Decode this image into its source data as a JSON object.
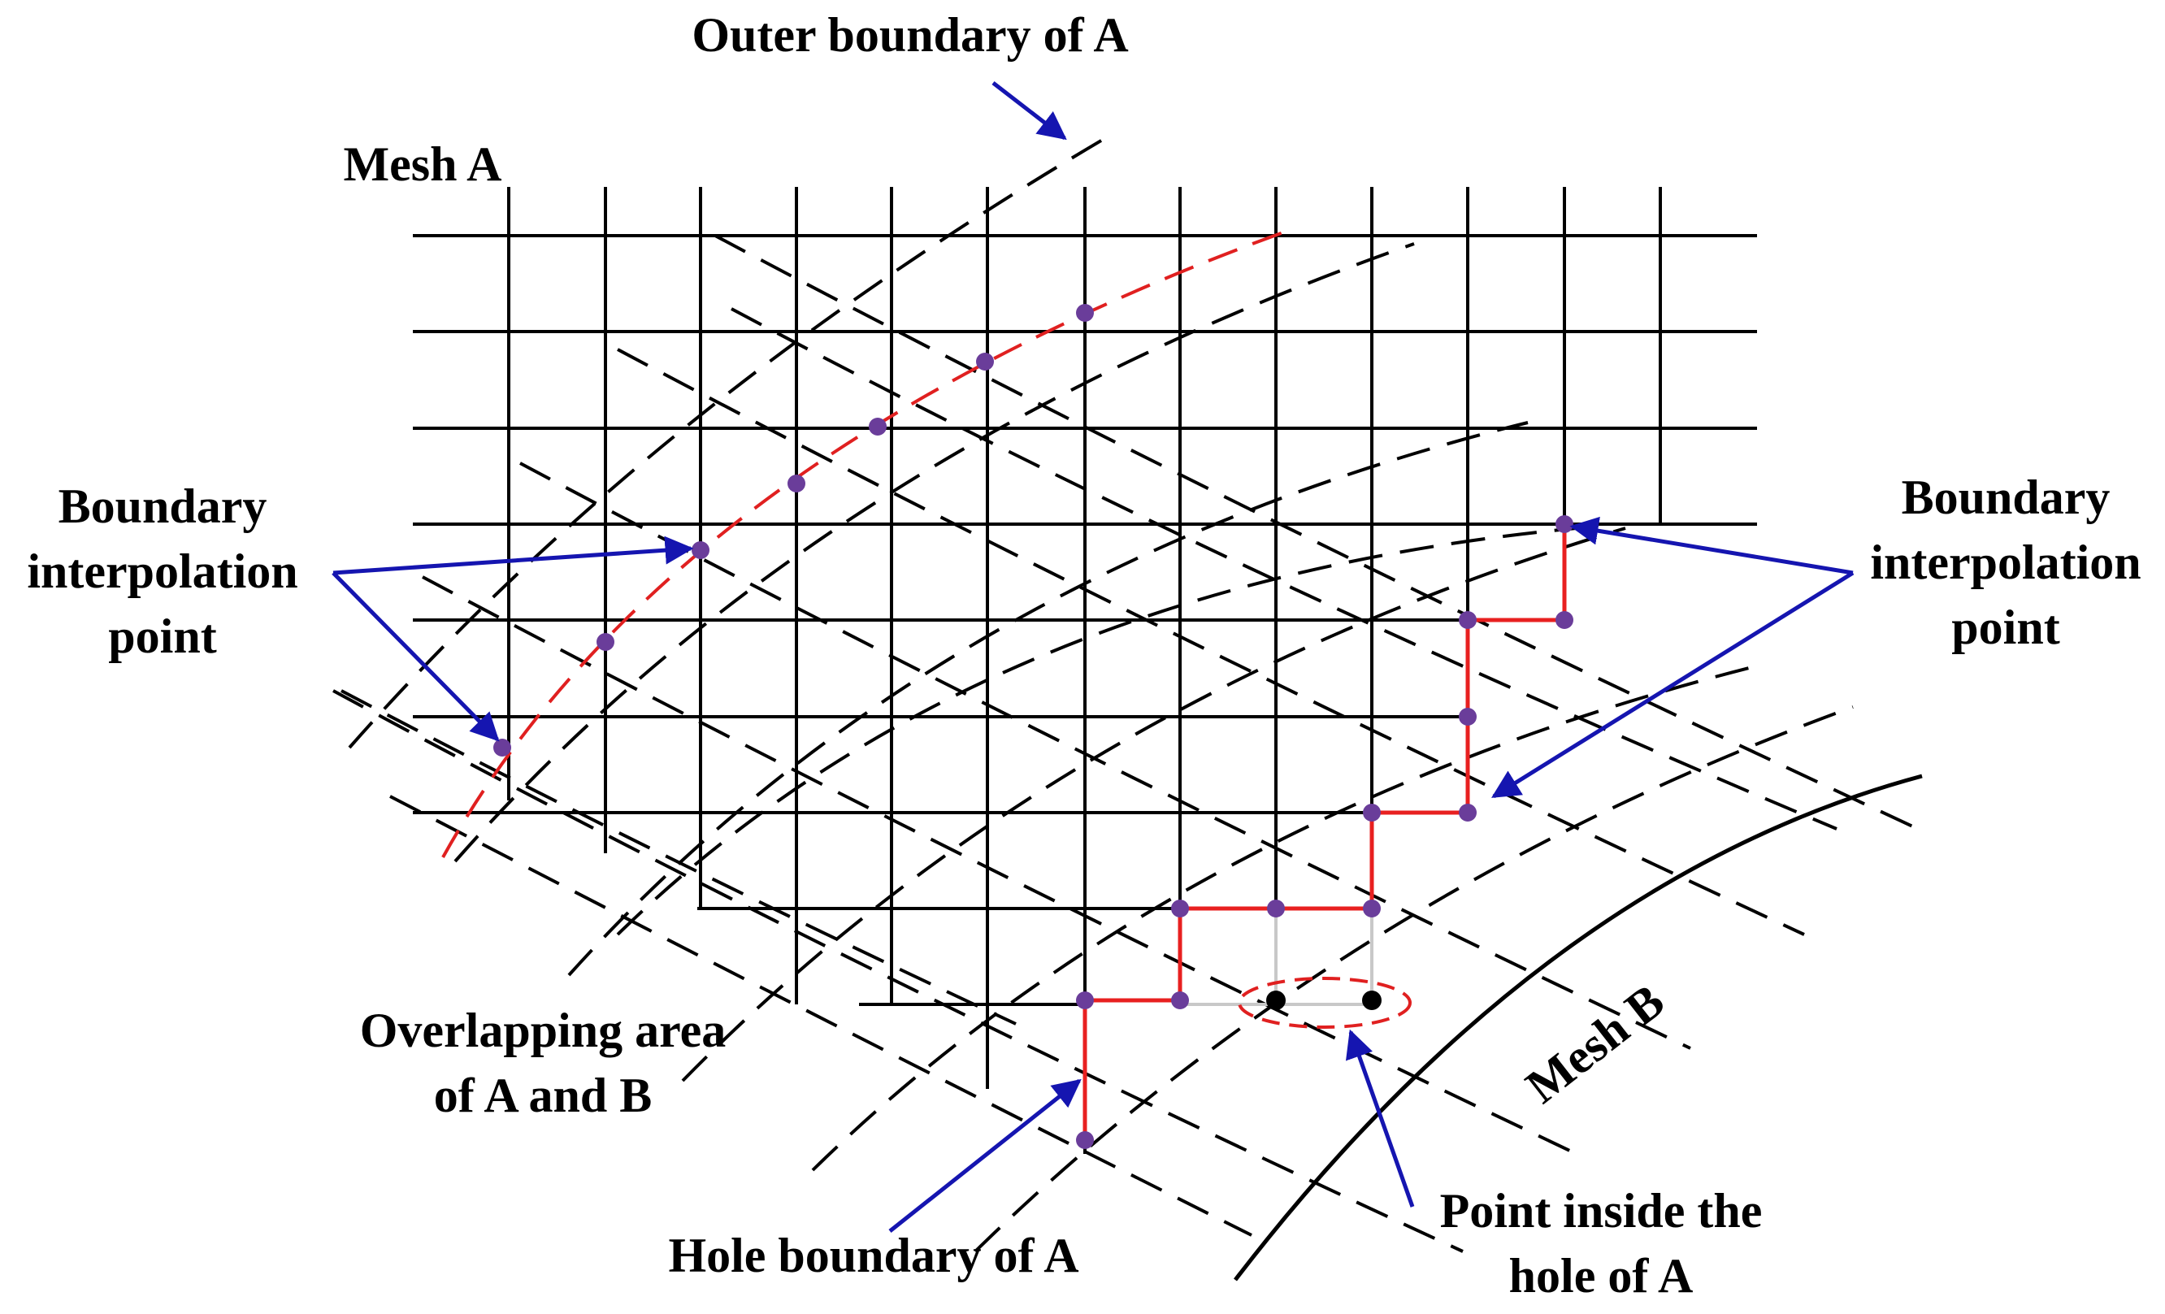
{
  "labels": {
    "outer_boundary": "Outer boundary of A",
    "mesh_a": "Mesh A",
    "mesh_b": "Mesh B",
    "boundary_interp_left": [
      "Boundary",
      "interpolation",
      "point"
    ],
    "boundary_interp_right": [
      "Boundary",
      "interpolation",
      "point"
    ],
    "overlap": [
      "Overlapping area",
      "of A and B"
    ],
    "hole_boundary": "Hole boundary of A",
    "point_inside": [
      "Point inside the",
      "hole of A"
    ]
  },
  "colors": {
    "mesh": "#000000",
    "outer_boundary_curve": "#e02020",
    "hole_boundary": "#e82020",
    "interpolation_point": "#6a3d9a",
    "arrow": "#1515b0",
    "inner_hole_cell": "#c8c8c8"
  }
}
